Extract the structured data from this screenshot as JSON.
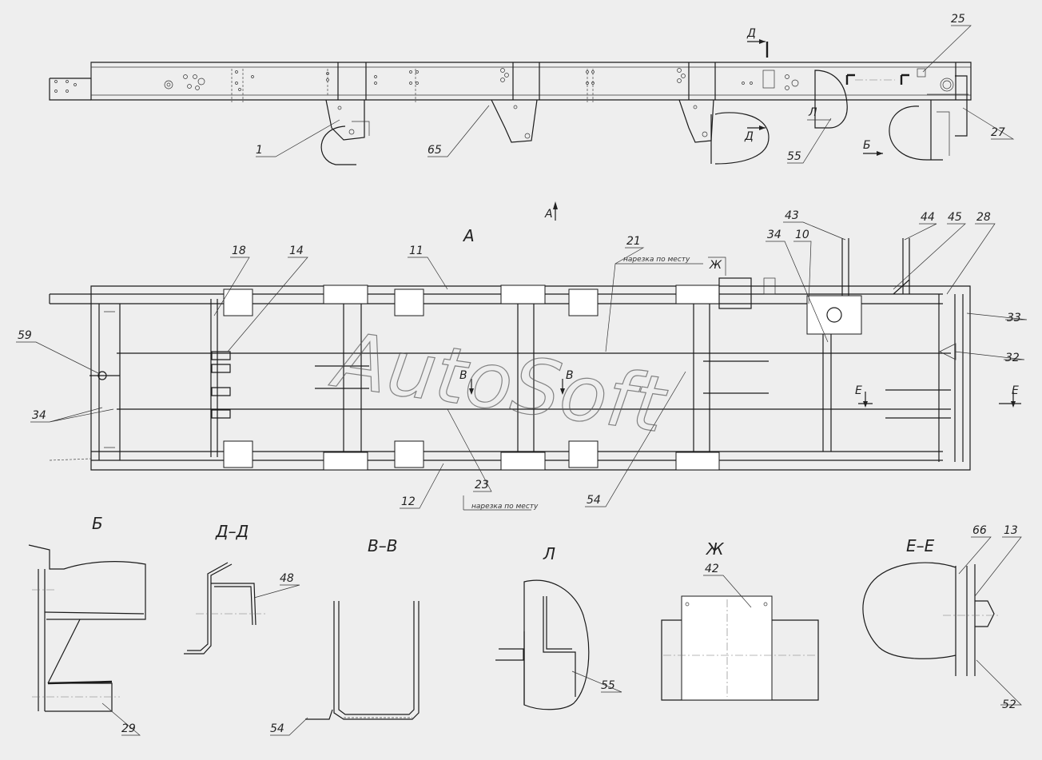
{
  "views": {
    "view_a": "А",
    "view_a_arrow": "А",
    "section_b": "Б",
    "section_b_arrow": "Б",
    "section_d": "Д–Д",
    "section_d_arrow_top": "Д",
    "section_d_arrow_side": "Д",
    "section_v": "В–В",
    "section_v_arrow_left": "В",
    "section_v_arrow_right": "В",
    "section_l": "Л",
    "section_l_arrow": "Л",
    "section_zh": "Ж",
    "section_zh_arrow": "Ж",
    "section_e": "Е–Е",
    "section_e_arrow_left": "Е",
    "section_e_arrow_right": "Е"
  },
  "callouts": {
    "c1": "1",
    "c65": "65",
    "c55_top": "55",
    "c25": "25",
    "c27": "27",
    "c18": "18",
    "c14": "14",
    "c11": "11",
    "c21": "21",
    "c43": "43",
    "c34_right": "34",
    "c10": "10",
    "c44": "44",
    "c45": "45",
    "c28": "28",
    "c33": "33",
    "c32": "32",
    "c59": "59",
    "c34_left": "34",
    "c12": "12",
    "c23": "23",
    "c54_plan": "54",
    "c48": "48",
    "c29": "29",
    "c54_section": "54",
    "c55_detail": "55",
    "c42": "42",
    "c66": "66",
    "c13": "13",
    "c52": "52"
  },
  "notes": {
    "cut_in_place_top": "нарезка по месту",
    "cut_in_place_bottom": "нарезка по месту"
  },
  "watermark": "AutoSoft"
}
